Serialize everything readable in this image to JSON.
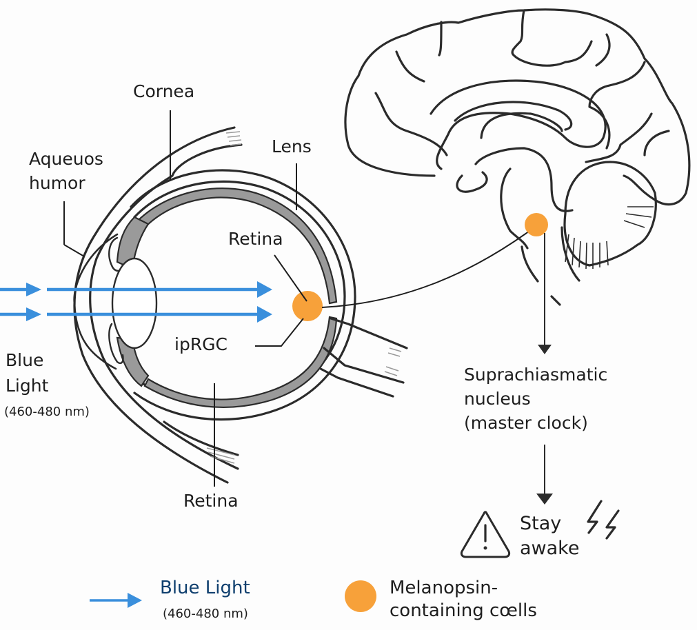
{
  "diagram": {
    "title": "Blue light pathway from eye to suprachiasmatic nucleus",
    "eye_labels": {
      "cornea": "Cornea",
      "aqueous_humor_line1": "Aqueuos",
      "aqueous_humor_line2": "humor",
      "lens": "Lens",
      "retina_upper": "Retina",
      "iprgc": "ipRGC",
      "retina_lower": "Retina"
    },
    "light_source": {
      "line1": "Blue",
      "line2": "Light",
      "wavelength": "(460-480 nm)"
    },
    "brain_labels": {
      "scn_line1": "Suprachiasmatic",
      "scn_line2": "nucleus",
      "scn_line3": "(master clock)"
    },
    "outcome": {
      "line1": "Stay",
      "line2": "awake",
      "icon": "warning-triangle-icon",
      "secondary_icon": "lightning-bolts-icon"
    },
    "colors": {
      "blue_light": "#3a8fdc",
      "melanopsin_cells": "#f7a13a",
      "legend_blue_text": "#0f3f6e",
      "line": "#2b2b2b"
    }
  },
  "legend": {
    "items": [
      {
        "symbol": "blue-arrow",
        "label": "Blue Light",
        "sublabel": "(460-480 nm)"
      },
      {
        "symbol": "orange-circle",
        "label_line1": "Melanopsin-",
        "label_line2": "containing cœlls"
      }
    ]
  }
}
